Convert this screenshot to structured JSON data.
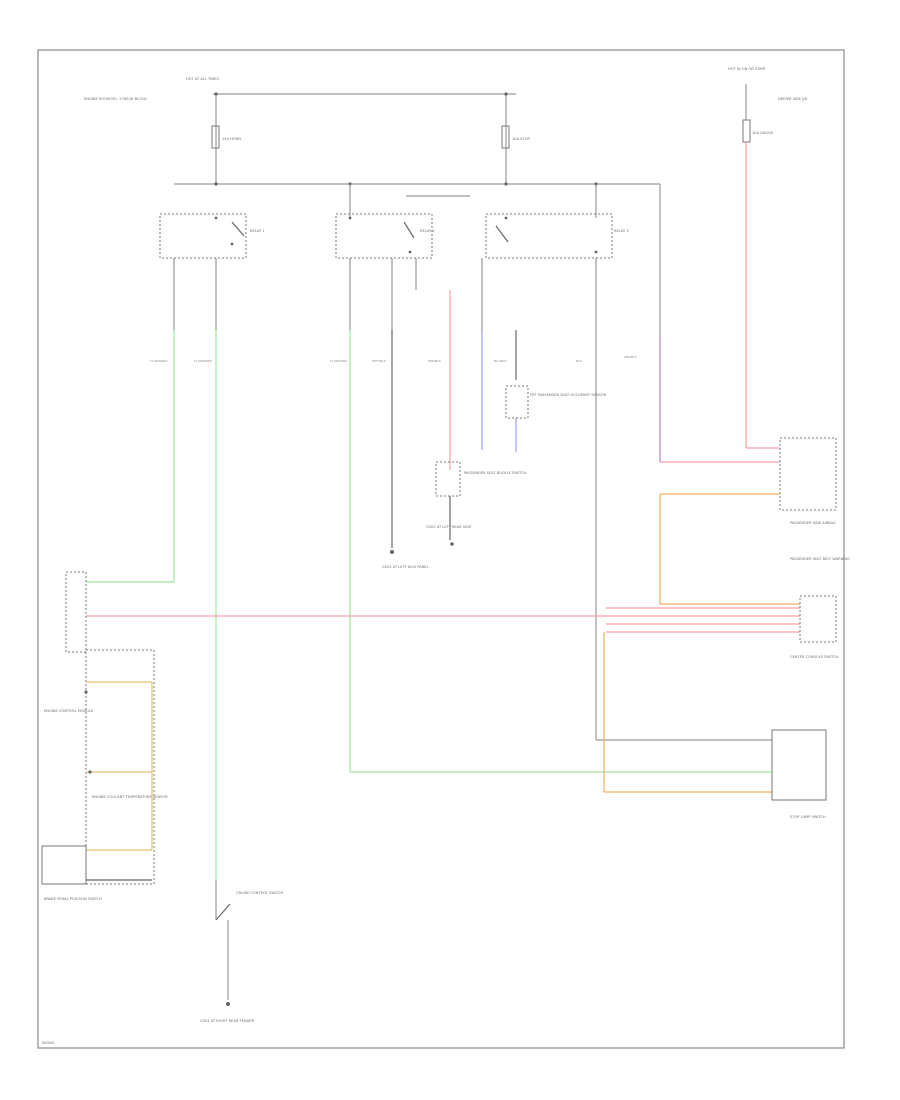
{
  "diagram": {
    "code": "W0000",
    "labels": {
      "top_hot": "HOT AT ALL TIMES",
      "top_left_fuse_box": "ENGINE ROOM NO. 1 RELAY BLOCK",
      "top_right_hot": "HOT IN ON OR START",
      "top_right_block": "DRIVER SIDE J/B",
      "fuse_left": "15A HORN",
      "fuse_mid": "10A STOP",
      "fuse_right": "10A GAUGE",
      "relay_1": "RELAY 1",
      "relay_2": "RELAY 2",
      "relay_3": "RELAY 3",
      "wire_lt_grn_blk_1": "LT GRN/BLK",
      "wire_lt_grn_red": "LT GRN/RED",
      "wire_lt_grn_blk_2": "LT GRN/BLK",
      "wire_wht_blk": "WHT/BLK",
      "wire_red_blk": "RED/BLK",
      "wire_blu_blk": "BLU/BLK",
      "wire_blk": "BLK",
      "wire_pnk_blk": "PNK/BLK",
      "sensor_1": "FRT PASSENGER SEAT OCCUPANT SENSOR",
      "sensor_2": "PASSENGER SEAT BUCKLE SWITCH",
      "ground_1": "G201 AT LEFT KICK PANEL",
      "ground_2": "G302 AT LEFT REAR SEAT",
      "left_module": "ENGINE CONTROL MODULE",
      "left_module_2": "ENGINE COOLANT TEMPERATURE SENSOR",
      "left_sw": "BRAKE PEDAL POSITION SWITCH",
      "right_module_1": "PASSENGER SIDE AIRBAG",
      "right_module_2": "PASSENGER SEAT BELT WARNING",
      "right_module_3": "CENTER CONSOLE SWITCH",
      "right_module_4": "STOP LAMP SWITCH",
      "bottom_sw": "CRUISE CONTROL SWITCH",
      "bottom_ground": "G301 AT RIGHT REAR FENDER"
    }
  }
}
